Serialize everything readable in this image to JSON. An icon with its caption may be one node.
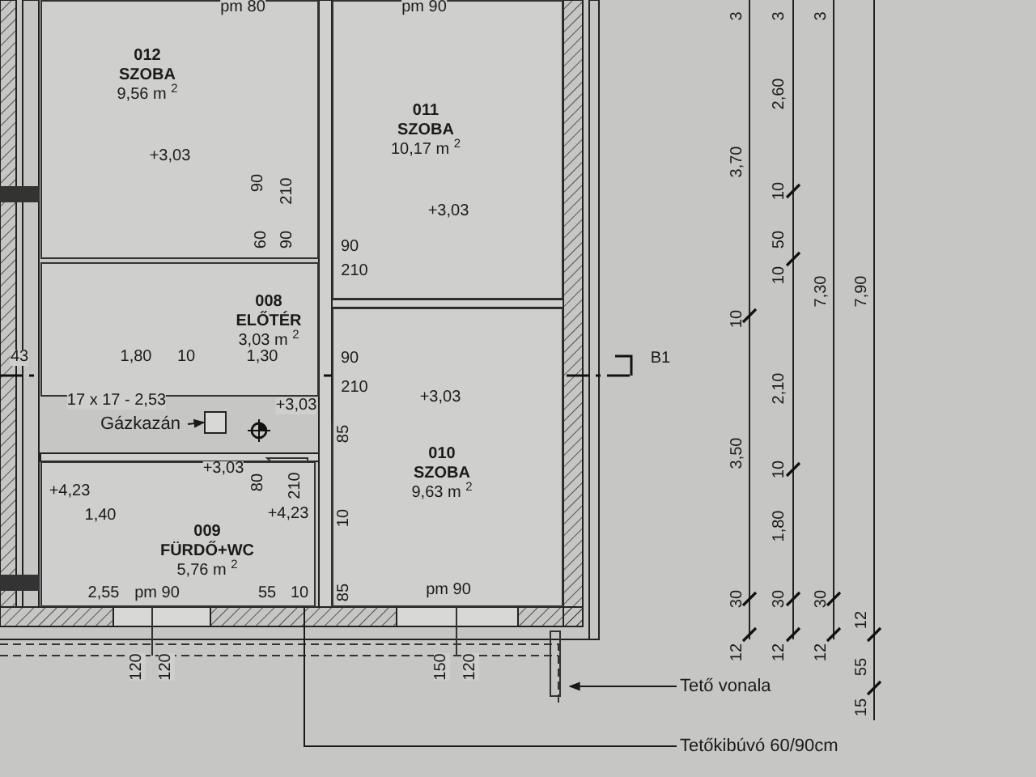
{
  "diagram": {
    "nodes": [
      {
        "text": [
          "012",
          "SZOBA",
          "9,56 m $^{2}$"
        ]
      },
      {
        "text": [
          "011",
          "SZOBA",
          "10,17 m $^{2}$"
        ]
      },
      {
        "text": [
          "008",
          "ELŐTÉR",
          "3,03 m $^{2}$"
        ]
      },
      {
        "text": [
          "010",
          "SZOBA",
          "9,63 m $^{2}$"
        ]
      },
      {
        "text": [
          "009",
          "FÜRDŐ+WC",
          "5,76 m $^{2}$"
        ]
      },
      {
        "text": [
          "Tető vonala"
        ]
      },
      {
        "text": [
          "Tetőkibúvó 60/90cm"
        ]
      },
      {
        "text": [
          "Gázkazán"
        ]
      },
      {
        "text": [],
        "shape": "box"
      }
    ],
    "edges": [
      {
        "from": 5,
        "to": null,
        "arrow": "to"
      },
      {
        "from": 6,
        "to": 4,
        "arrow": "none"
      },
      {
        "from": 7,
        "to": 8,
        "arrow": "to"
      }
    ],
    "labels": [
      "pm 80",
      "pm 90",
      "+3,03",
      "90",
      "210",
      "60",
      "90",
      "+3,03",
      "90",
      "210",
      "43",
      "1,80",
      "10",
      "1,30",
      "90",
      "210",
      "B1",
      "17 x 17 - 2,53",
      "+3,03",
      "+3,03",
      "85",
      "10",
      "85",
      "+4,23",
      "+3,03",
      "80",
      "210",
      "1,40",
      "+4,23",
      "2,55",
      "pm 90",
      "55",
      "10",
      "pm 90",
      "120",
      "120",
      "150",
      "120",
      "3",
      "3,70",
      "10",
      "3,50",
      "30",
      "12",
      "3",
      "2,60",
      "10",
      "50",
      "10",
      "2,10",
      "10",
      "1,80",
      "30",
      "12",
      "3",
      "7,30",
      "30",
      "12",
      "7,90",
      "12",
      "55",
      "15"
    ]
  }
}
